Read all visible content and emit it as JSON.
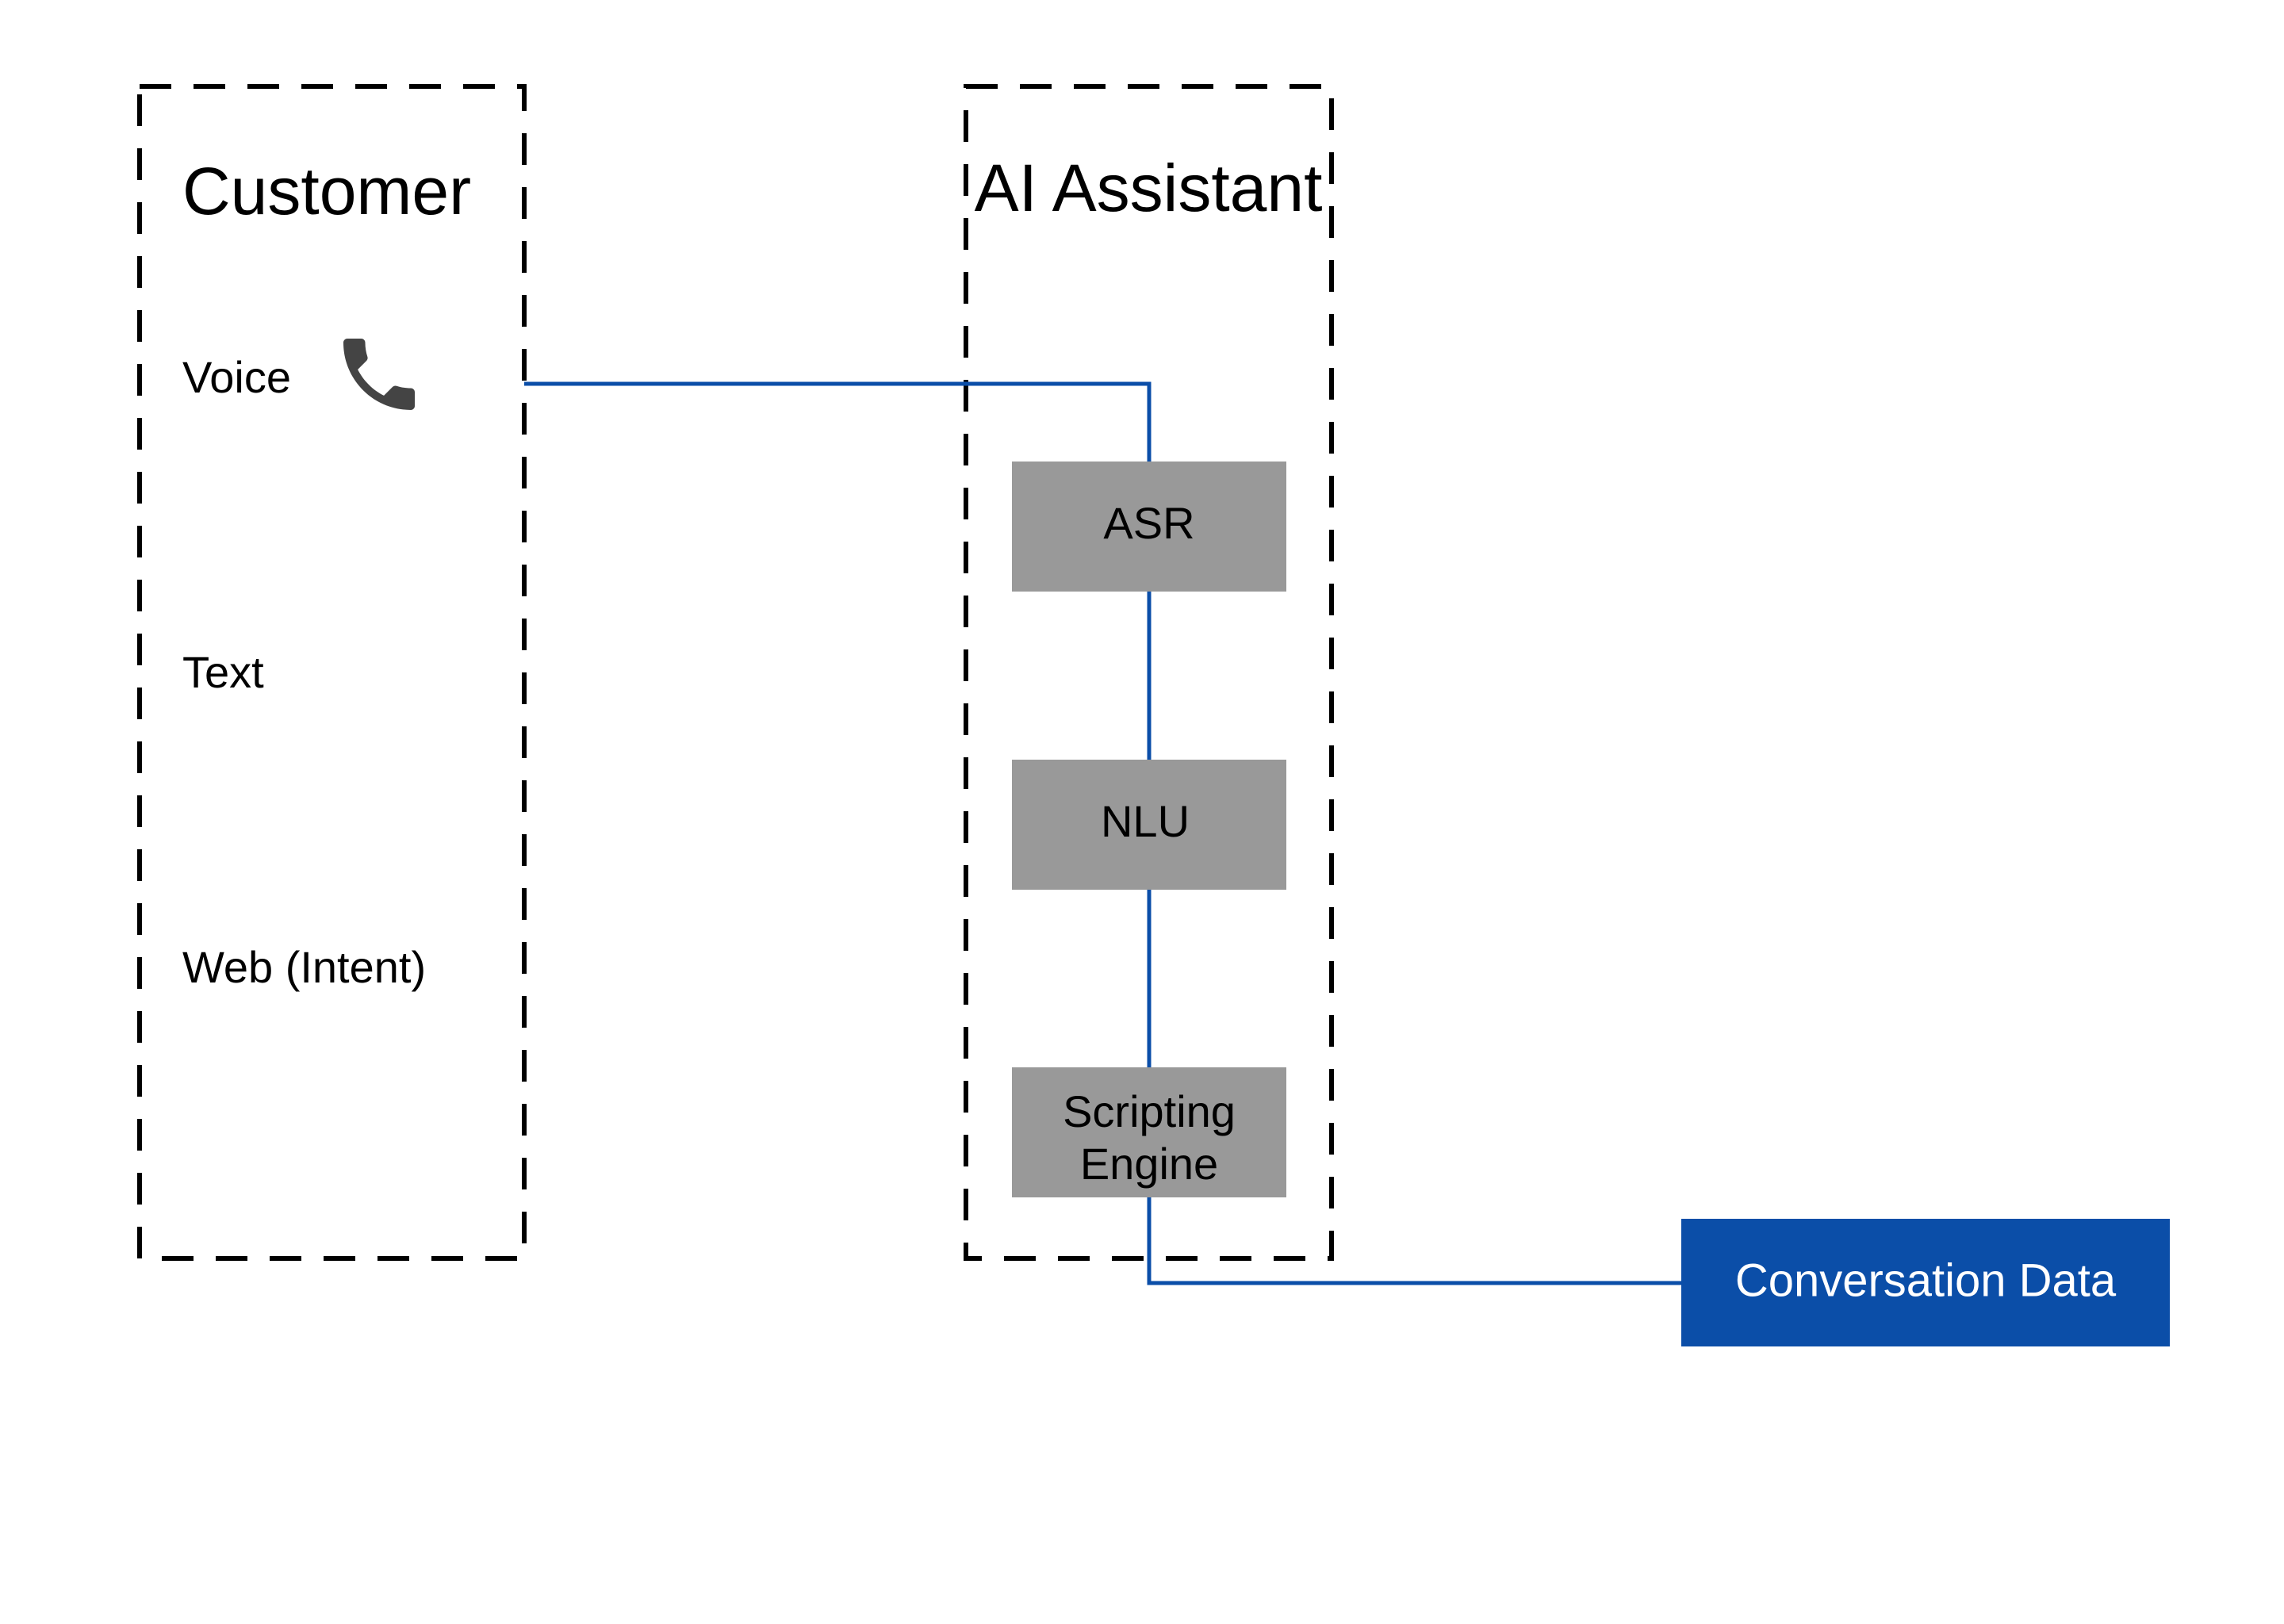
{
  "customer": {
    "title": "Customer",
    "channels": [
      {
        "label": "Voice",
        "icon": "phone-icon"
      },
      {
        "label": "Text"
      },
      {
        "label": "Web (Intent)"
      }
    ]
  },
  "assistant": {
    "title": "AI Assistant",
    "components": [
      {
        "lines": [
          "ASR"
        ]
      },
      {
        "lines": [
          "NLU"
        ]
      },
      {
        "lines": [
          "Scripting",
          "Engine"
        ]
      }
    ]
  },
  "output": {
    "label": "Conversation Data"
  },
  "colors": {
    "connector": "#0b4ea8",
    "component_fill": "#999999",
    "output_fill": "#0b4ea8",
    "dash": "#000000",
    "icon": "#444444"
  }
}
